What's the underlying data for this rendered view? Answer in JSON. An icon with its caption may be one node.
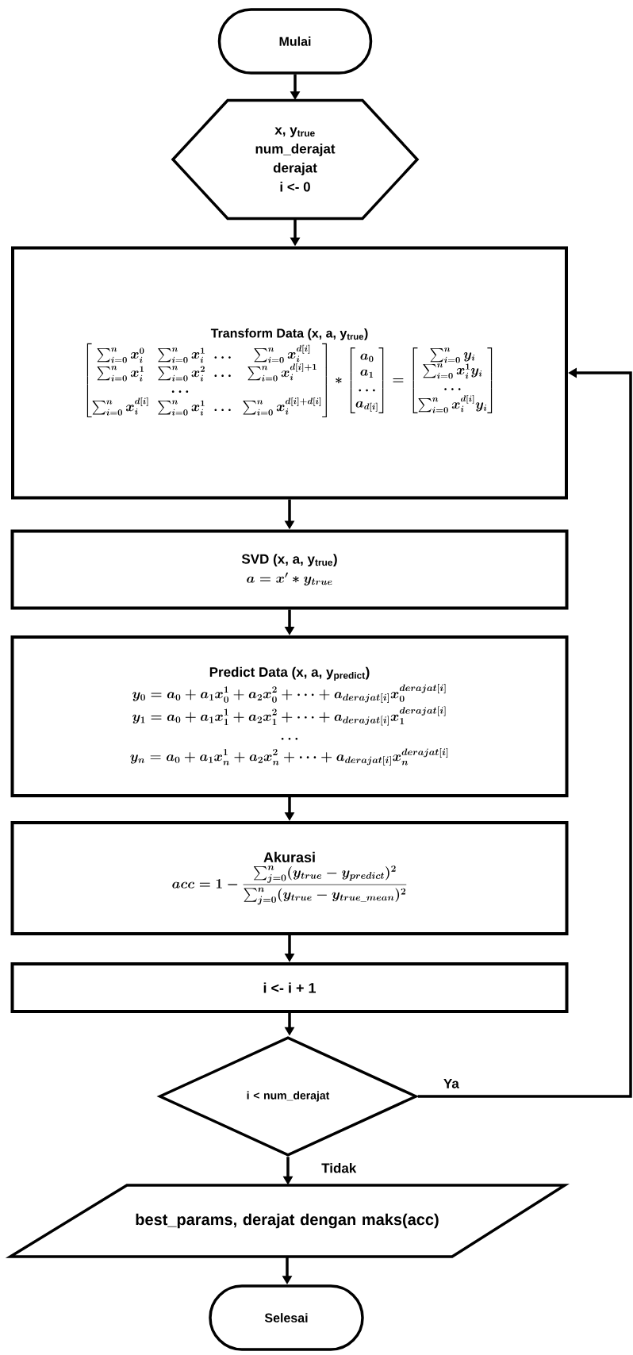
{
  "diagram": {
    "nodes": [
      {
        "text": [
          "Mulai"
        ]
      },
      {
        "text": [
          "x, y$_{true}$",
          "num_derajat",
          "derajat",
          "i <- 0"
        ]
      },
      {
        "text": [
          "Transform Data (x, a, y$_{true}$)",
          "\\begin{bmatrix} \\sum_{i=0}^{n} x_i^{0} & \\sum_{i=0}^{n} x_i^{1} & \\dots & \\sum_{i=0}^{n} x_i^{d[i]} \\\\ \\sum_{i=0}^{n} x_i^{1} & \\sum_{i=0}^{n} x_i^{2} & \\dots & \\sum_{i=0}^{n} x_i^{d[i]+1} \\\\ & \\dots & & \\\\ \\sum_{i=0}^{n} x_i^{d[i]} & \\sum_{i=0}^{n} x_i^{1} & \\dots & \\sum_{i=0}^{n} x_i^{d[i]+d[i]} \\end{bmatrix} * \\begin{bmatrix} a_0 \\\\ a_1 \\\\ \\dots \\\\ a_{d[i]} \\end{bmatrix} = \\begin{bmatrix} \\sum_{i=0}^{n} y_i \\\\ \\sum_{i=0}^{n} x_i^{1} y_i \\\\ \\dots \\\\ \\sum_{i=0}^{n} x_i^{d[i]} y_i \\end{bmatrix}"
        ]
      },
      {
        "text": [
          "SVD (x, a, y$_{true}$)",
          "a = x' * y_{true}"
        ]
      },
      {
        "text": [
          "Predict Data (x, a, y$_{predict}$)",
          "\\begin{gathered} y_0 = a_0 + a_1 x_0^1 + a_2 x_0^2 + \\cdots + a_{derajat[i]} x_0^{derajat[i]} \\\\ y_1 = a_0 + a_1 x_1^1 + a_2 x_1^2 + \\cdots + a_{derajat[i]} x_1^{derajat[i]} \\\\ \\dots \\\\ y_n = a_0 + a_1 x_n^1 + a_2 x_n^2 + \\cdots + a_{derajat[i]} x_n^{derajat[i]} \\end{gathered}"
        ]
      },
      {
        "text": [
          "Akurasi",
          "acc = 1 - \\frac{\\sum_{j=0}^{n}(y_{true} - y_{predict})^2}{\\sum_{j=0}^{n}(y_{true} - y_{true\\_mean})^2}"
        ]
      },
      {
        "text": [
          "i <- i + 1"
        ]
      },
      {
        "text": [
          "i < num_derajat"
        ]
      },
      {
        "text": [
          "best_params, derajat dengan maks(acc)"
        ]
      },
      {
        "text": [
          "Selesai"
        ]
      }
    ],
    "edges": [
      {
        "from": 0,
        "to": 1,
        "arrow": "to"
      },
      {
        "from": 1,
        "to": 2,
        "arrow": "to"
      },
      {
        "from": 2,
        "to": 3,
        "arrow": "to"
      },
      {
        "from": 3,
        "to": 4,
        "arrow": "to"
      },
      {
        "from": 4,
        "to": 5,
        "arrow": "to"
      },
      {
        "from": 5,
        "to": 6,
        "arrow": "to"
      },
      {
        "from": 6,
        "to": 7,
        "arrow": "to"
      },
      {
        "from": 7,
        "to": 2,
        "arrow": "to",
        "label": "Ya"
      },
      {
        "from": 7,
        "to": 8,
        "arrow": "to",
        "label": "Tidak"
      },
      {
        "from": 8,
        "to": 9,
        "arrow": "to"
      }
    ]
  }
}
